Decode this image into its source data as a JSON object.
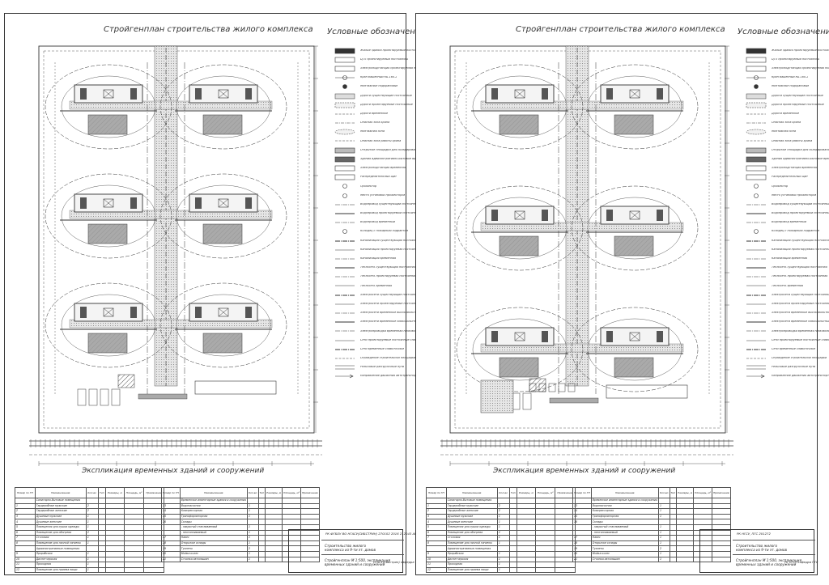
{
  "sheets": [
    {
      "id": "left",
      "title": "Стройгенплан строительства жилого комплекса",
      "legend_title": "Условные обозначения",
      "explication_title": "Экспликация временных зданий и сооружений",
      "stamp_code": "РК ФГБОУ ВО НГАСУ(СИБСТРИН) 270102 2016 212043 АП",
      "stamp_lines": [
        "Строительство жилого",
        "комплекса из 9-ти эт. домов",
        "Стройгенплан М 1:500, экспликация",
        "временных зданий и сооружений"
      ],
      "stamp_org": "НГАСУ(Сибстрин) кафедра ТОС"
    },
    {
      "id": "right",
      "title": "Стройгенплан строительства жилого комплекса",
      "legend_title": "Условные обозначения",
      "explication_title": "Экспликация временных зданий и сооружений",
      "stamp_code": "РК НГСУ, ПГС 201272",
      "stamp_lines": [
        "Строительство жилого",
        "комплекса из 9-ти эт. домов",
        "Стройгенплан М 1:500, экспликация",
        "временных зданий и сооружений"
      ],
      "stamp_org": "РК НГСУ кафедра ПГС"
    }
  ],
  "legend_items": [
    "Жилые здания проектируемые постоянные",
    "ЦТП проектируемый постоянный",
    "Электроподстанция проектируемая постоянная",
    "Кран башенный КБ-160.2",
    "Монтажные подкрановые",
    "Дороги существующие постоянные",
    "Дороги проектируемые постоянные",
    "Дороги временные",
    "Опасная зона крана",
    "Монтажная зона",
    "Опасная зона работы крана",
    "Открытые площадки для складирования",
    "Здания административно-бытовые временные",
    "Электроподстанция временная",
    "Распределительный щит",
    "Прожектор",
    "Место установки прожекторов",
    "Водопровод существующий постоянный",
    "Водопровод проектируемый постоянный",
    "Водопровод временный",
    "Колодец с пожарным гидрантом",
    "Канализация существующая постоянная",
    "Канализация проектируемая постоянная",
    "Канализация временная",
    "Теплосеть существующая постоянная",
    "Теплосеть проектируемая постоянная",
    "Теплосеть временная",
    "Электросети существующие постоянные высоковольтные",
    "Электросети проектируемые постоянные высоковольтные",
    "Электросети временные высоковольтные",
    "Электросети временные низковольтные",
    "Электропроводка временная низковольтная",
    "Сети проектируемые постоянные слаботочные",
    "Сети временные слаботочные",
    "Ограждение строительной площадки",
    "Рельсовые разгрузочные пути",
    "Направление движения автотранспорта"
  ],
  "explication": {
    "headers": [
      "Номер по ГП",
      "Наименование",
      "Кол-во",
      "Тип",
      "Размеры, м",
      "Площадь, м²",
      "Примечание"
    ],
    "left_rows": [
      [
        "",
        "Санитарно-бытовые помещения",
        "",
        "",
        "",
        "",
        ""
      ],
      [
        "1",
        "Гардеробные мужские",
        "2",
        "",
        "",
        "",
        ""
      ],
      [
        "2",
        "Гардеробные женские",
        "2",
        "",
        "",
        "",
        ""
      ],
      [
        "3",
        "Душевые мужские",
        "1",
        "",
        "",
        "",
        ""
      ],
      [
        "4",
        "Душевые женские",
        "1",
        "",
        "",
        "",
        ""
      ],
      [
        "5",
        "Помещения для сушки одежды",
        "1",
        "",
        "",
        "",
        ""
      ],
      [
        "6",
        "Помещение для обогрева",
        "2",
        "",
        "",
        "",
        ""
      ],
      [
        "7",
        "Столовая",
        "1",
        "",
        "",
        "",
        ""
      ],
      [
        "8",
        "Помещение для личной гигиены",
        "1",
        "",
        "",
        "",
        ""
      ],
      [
        "",
        "Административные помещения",
        "",
        "",
        "",
        "",
        ""
      ],
      [
        "9",
        "Прорабская",
        "1",
        "",
        "",
        "",
        ""
      ],
      [
        "10",
        "Диспетчерская",
        "1",
        "",
        "",
        "",
        ""
      ],
      [
        "11",
        "Проходная",
        "1",
        "",
        "",
        "",
        ""
      ],
      [
        "12",
        "Помещение для приема пищи",
        "1",
        "",
        "",
        "",
        ""
      ]
    ],
    "right_rows": [
      [
        "",
        "Временные инвентарные здания и сооружения",
        "",
        "",
        "",
        "",
        ""
      ],
      [
        "13",
        "Водонасосная",
        "1",
        "",
        "",
        "",
        ""
      ],
      [
        "14",
        "Компрессорная",
        "1",
        "",
        "",
        "",
        ""
      ],
      [
        "15",
        "Трансформаторная",
        "1",
        "",
        "",
        "",
        ""
      ],
      [
        "16",
        "Склады",
        "",
        "",
        "",
        "",
        ""
      ],
      [
        "",
        "- закрытый отапливаемый",
        "1",
        "",
        "",
        "",
        ""
      ],
      [
        "",
        "- неотапливаемый",
        "1",
        "",
        "",
        "",
        ""
      ],
      [
        "17",
        "Навес",
        "1",
        "",
        "",
        "",
        ""
      ],
      [
        "18",
        "Открытые склады",
        "1",
        "",
        "",
        "",
        ""
      ],
      [
        "19",
        "Туалеты",
        "2",
        "",
        "",
        "",
        ""
      ],
      [
        "20",
        "Мойка колес",
        "1",
        "",
        "",
        "",
        ""
      ],
      [
        "21",
        "Стоянка автомашин",
        "1",
        "",
        "",
        "",
        ""
      ]
    ]
  },
  "colors": {
    "line": "#333333",
    "fill_gray": "#aaaaaa",
    "fill_dark": "#555555",
    "fill_light": "#dcdcdc"
  }
}
